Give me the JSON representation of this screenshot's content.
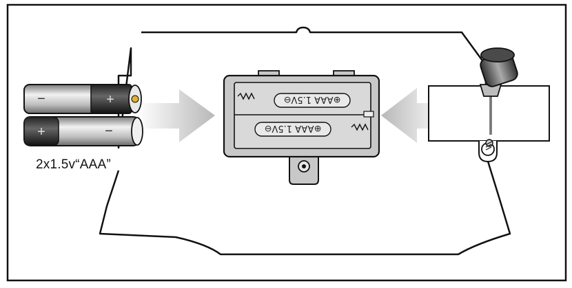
{
  "diagram": {
    "battery_caption": "2x1.5v“AAA”",
    "holder_slot_labels": [
      "⊕AAA 1.5V⊖",
      "⊕AAA 1.5V⊖"
    ],
    "battery_terminals": [
      "+",
      "−",
      "+",
      "−"
    ],
    "icons": [
      "battery-icon",
      "arrow-right-icon",
      "arrow-left-icon",
      "screwdriver-icon",
      "screw-icon",
      "battery-holder-icon"
    ],
    "colors": {
      "outline": "#111111",
      "holder_fill": "#c8c8c8",
      "arrow_fill": "#bdbdbd",
      "battery_gold": "#e0b030"
    }
  }
}
